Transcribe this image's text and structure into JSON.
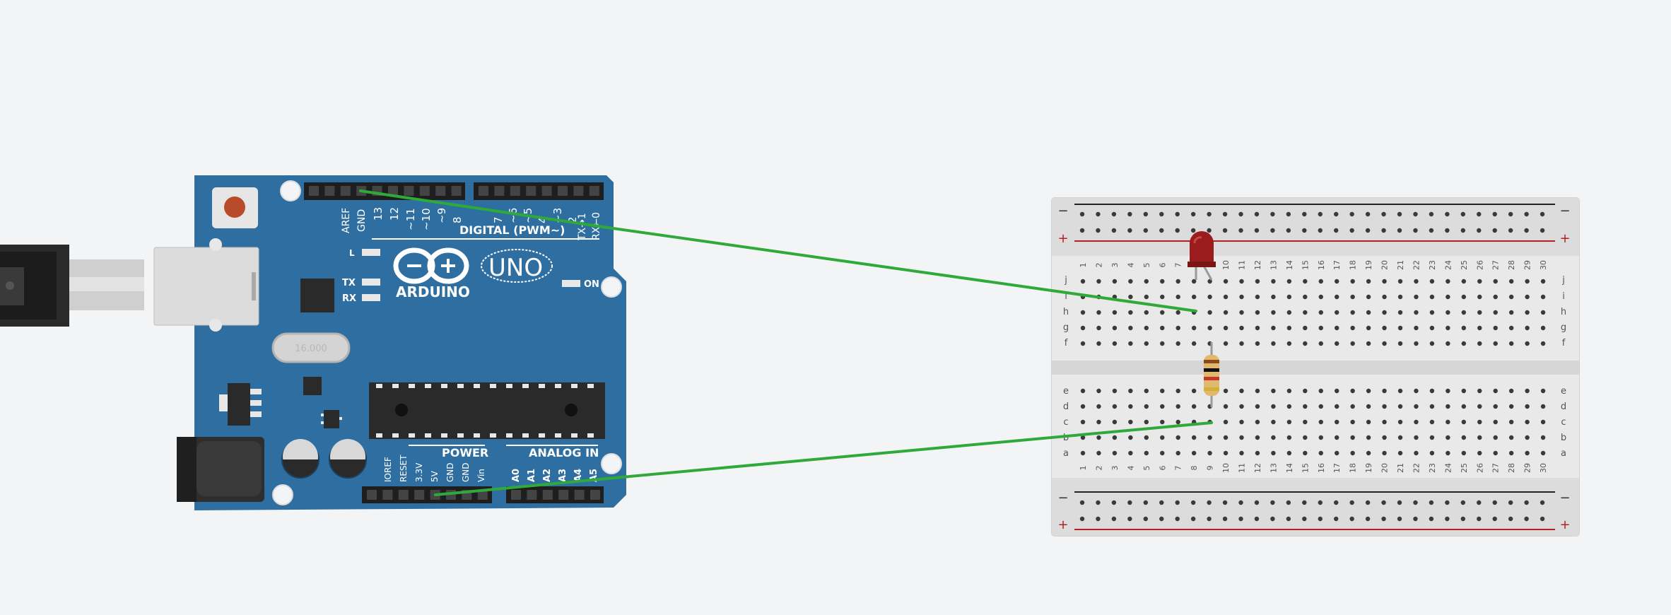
{
  "arduino": {
    "digital_label": "DIGITAL (PWM~)",
    "top_pins": [
      "AREF",
      "GND",
      "13",
      "12",
      "~11",
      "~10",
      "~9",
      "8",
      "7",
      "~6",
      "~5",
      "4",
      "~3",
      "2",
      "TX→1",
      "RX←0"
    ],
    "power_label": "POWER",
    "power_pins": [
      "IOREF",
      "RESET",
      "3.3V",
      "5V",
      "GND",
      "GND",
      "Vin"
    ],
    "analog_label": "ANALOG IN",
    "analog_pins": [
      "A0",
      "A1",
      "A2",
      "A3",
      "A4",
      "A5"
    ],
    "led_l": "L",
    "led_tx": "TX",
    "led_rx": "RX",
    "on_label": "ON",
    "brand": "ARDUINO",
    "model": "UNO",
    "crystal_text": "16.000",
    "board_color": "#2e6ea0"
  },
  "breadboard": {
    "minus_sign": "−",
    "plus_sign": "+",
    "columns": 30,
    "rows_top": [
      "j",
      "i",
      "h",
      "g",
      "f"
    ],
    "rows_bottom": [
      "e",
      "d",
      "c",
      "b",
      "a"
    ]
  },
  "components": {
    "led_color": "#9b1c1c",
    "wire_color": "#2faa3a",
    "resistor_bands": [
      "#8a4b16",
      "#111111",
      "#c0392b",
      "#d4af37"
    ]
  }
}
